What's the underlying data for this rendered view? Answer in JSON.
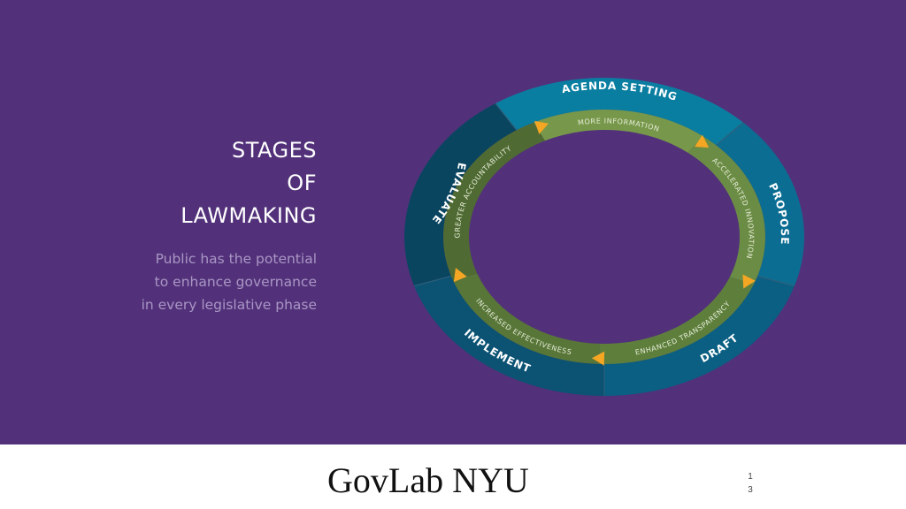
{
  "title": {
    "line1": "STAGES",
    "line2": "OF",
    "line3": "LAWMAKING"
  },
  "subtitle": {
    "line1": "Public has the potential",
    "line2": "to enhance governance",
    "line3": "in every legislative phase"
  },
  "stages": [
    {
      "label": "AGENDA SETTING",
      "color": "#0a7ea1"
    },
    {
      "label": "PROPOSE",
      "color": "#0c6d93"
    },
    {
      "label": "DRAFT",
      "color": "#0a5f82"
    },
    {
      "label": "IMPLEMENT",
      "color": "#0b5273"
    },
    {
      "label": "EVALUATE",
      "color": "#0a4560"
    }
  ],
  "benefits": [
    {
      "label": "MORE INFORMATION",
      "color": "#77984a"
    },
    {
      "label": "ACCELERATED INNOVATION",
      "color": "#6b8c44"
    },
    {
      "label": "ENHANCED TRANSPARENCY",
      "color": "#5e7f3c"
    },
    {
      "label": "INCREASED EFFECTIVENESS",
      "color": "#587638"
    },
    {
      "label": "GREATER ACCOUNTABILITY",
      "color": "#4f6b33"
    }
  ],
  "arrow_color": "#f5a623",
  "footer": {
    "brand": "GovLab NYU",
    "page_line1": "1",
    "page_line2": "3"
  }
}
